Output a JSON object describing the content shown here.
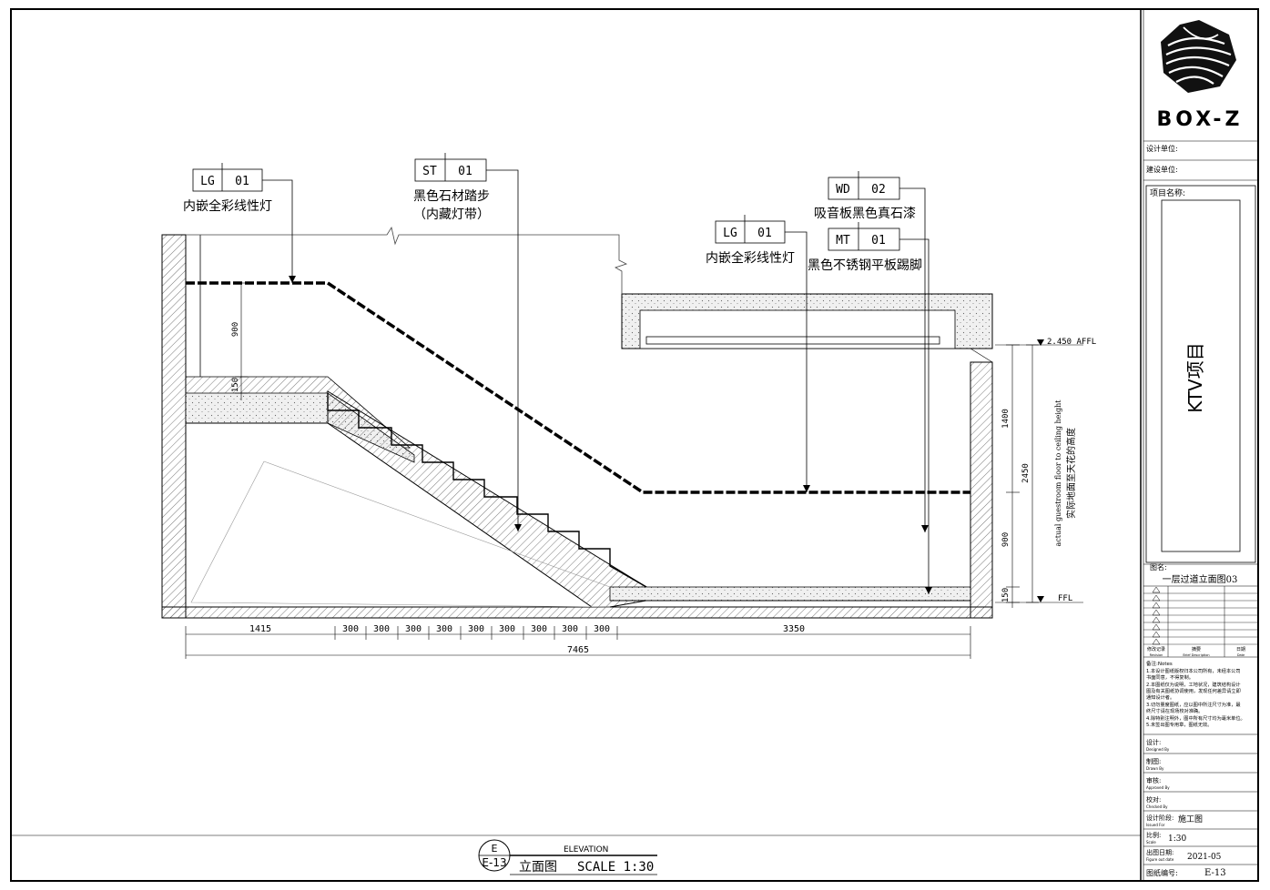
{
  "brand": {
    "logo_text": "BOX-Z"
  },
  "title_block": {
    "design_unit": "设计单位:",
    "client_unit": "建设单位:",
    "project_name_label": "项目名称:",
    "project_name": "KTV项目",
    "drawing_name_label": "图名:",
    "drawing_name": "一层过道立面图03",
    "revision_header": {
      "rev": "修改记录",
      "rev_en": "Revision",
      "desc": "摘要",
      "desc_en": "Brief Description",
      "date": "日期",
      "date_en": "Date"
    },
    "notes_label": "备注:Notes",
    "notes": [
      "1.本设计图纸版权归本公司所有，未经本公司",
      "书面同意，不得复制。",
      "2.本图纸仅为说明，工地状况，建筑结构设计",
      "图及有关图纸协调使用，发现任何差异请立即",
      "通知设计者。",
      "3.切勿量度图纸，应以图中所注尺寸为准，最",
      "终尺寸请在现场校对准确。",
      "4.除特别注明外，图中所有尺寸均为毫米单位。",
      "5.未签出图专用章，图纸无效。"
    ],
    "designed_by": {
      "label": "设计:",
      "en": "Designed By"
    },
    "drawn_by": {
      "label": "制图:",
      "en": "Drawn By"
    },
    "approved_by": {
      "label": "审核:",
      "en": "Approved By"
    },
    "checked_by": {
      "label": "校对:",
      "en": "Checked By"
    },
    "issued_for": {
      "label": "设计阶段:",
      "en": "Issued For",
      "value": "施工图"
    },
    "scale": {
      "label": "比例:",
      "en": "Scale",
      "value": "1:30"
    },
    "date": {
      "label": "出图日期:",
      "en": "Figure out date",
      "value": "2021-05"
    },
    "drawing_no": {
      "label": "图纸编号:",
      "value": "E-13"
    }
  },
  "tags": [
    {
      "code": "LG",
      "num": "01",
      "desc": "内嵌全彩线性灯"
    },
    {
      "code": "ST",
      "num": "01",
      "desc": "黑色石材踏步",
      "desc2": "（内藏灯带）"
    },
    {
      "code": "LG",
      "num": "01",
      "desc": "内嵌全彩线性灯"
    },
    {
      "code": "WD",
      "num": "02",
      "desc": "吸音板黑色真石漆"
    },
    {
      "code": "MT",
      "num": "01",
      "desc": "黑色不锈钢平板踢脚"
    }
  ],
  "dimensions": {
    "bottom_segments": [
      "1415",
      "300",
      "300",
      "300",
      "300",
      "300",
      "300",
      "300",
      "300",
      "300",
      "3350"
    ],
    "total": "7465",
    "left_vertical": [
      "900",
      "150"
    ],
    "right_vertical": [
      "1400",
      "900",
      "150"
    ],
    "right_total": "2450"
  },
  "levels": {
    "ceiling": "2.450 AFFL",
    "floor": "FFL"
  },
  "height_note": {
    "en": "actual guestroom floor to ceiling height",
    "cn": "实际地面至天花的高度"
  },
  "drawing_title": {
    "symbol_letter": "E",
    "symbol_sheet": "E-13",
    "elevation": "ELEVATION",
    "name": "立面图",
    "scale": "SCALE 1:30"
  }
}
